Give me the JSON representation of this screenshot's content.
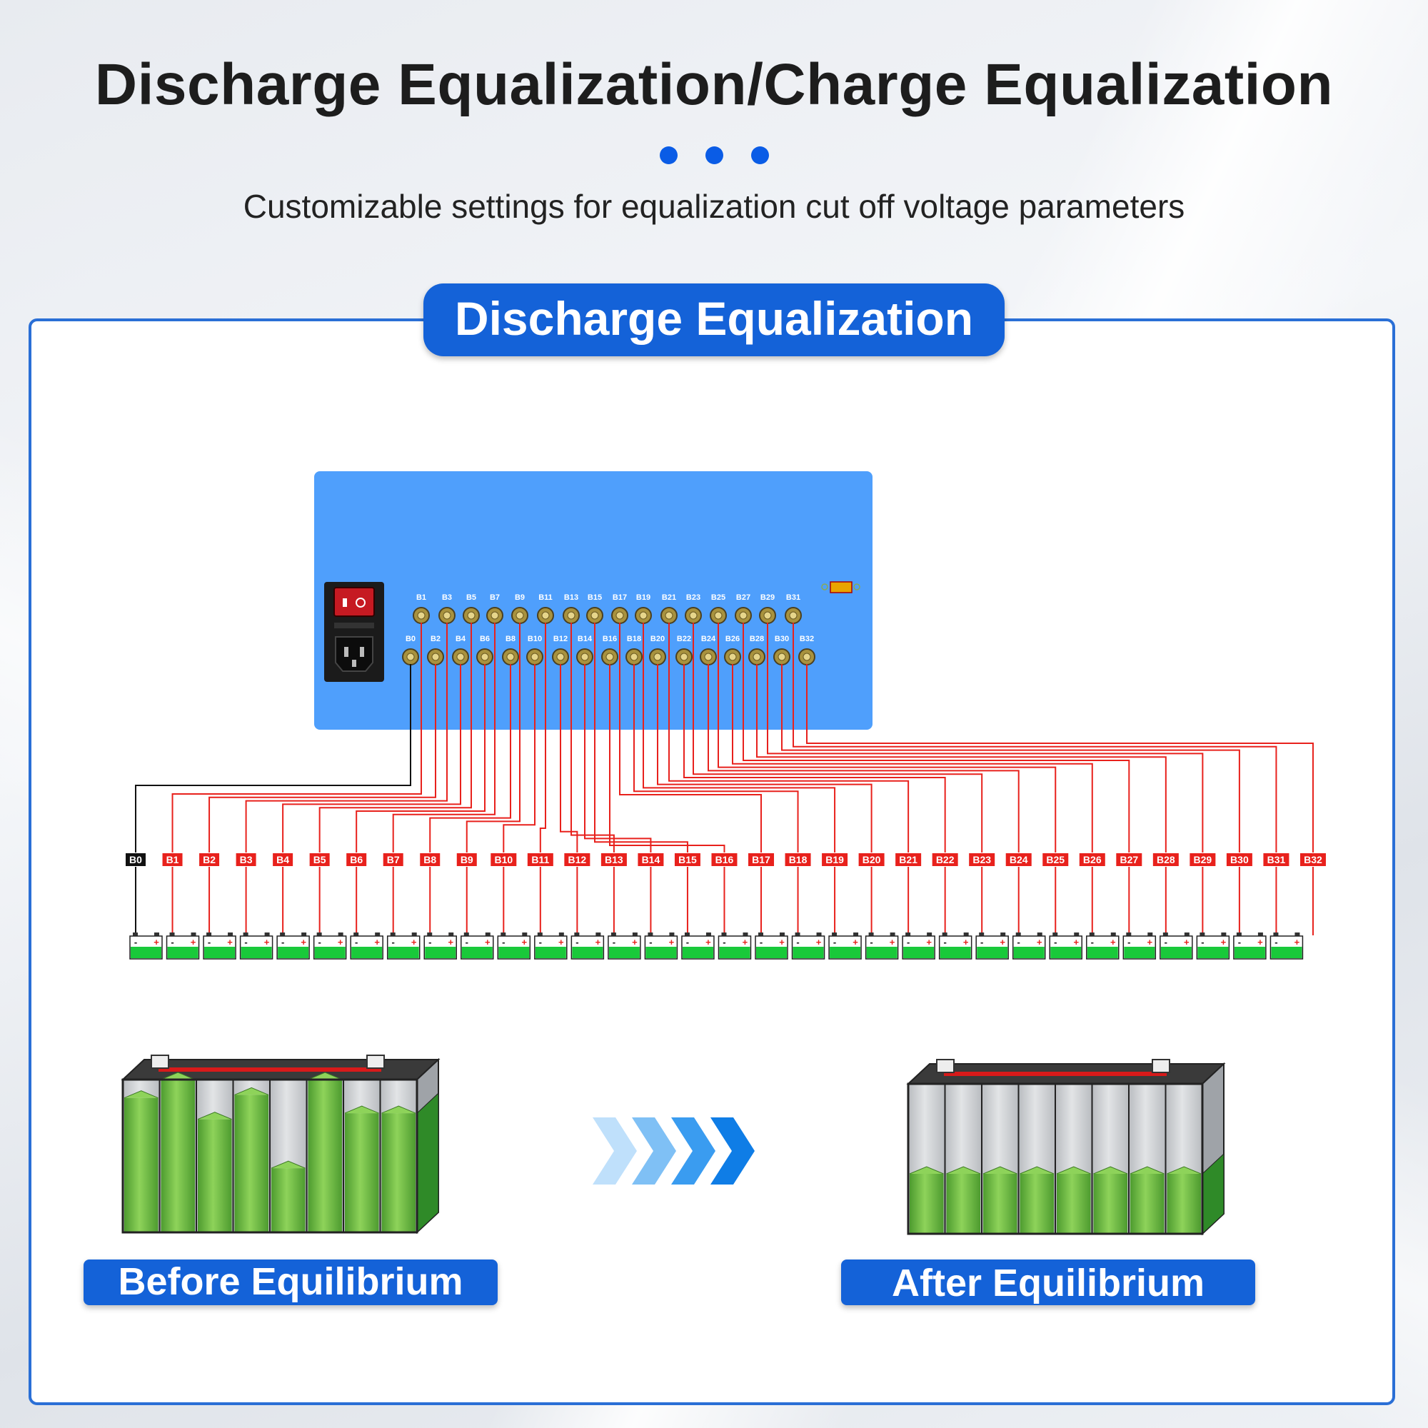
{
  "title": "Discharge Equalization/Charge Equalization",
  "subtitle": "Customizable settings for equalization cut off voltage parameters",
  "section_title": "Discharge Equalization",
  "before_label": "Before Equilibrium",
  "after_label": "After Equilibrium",
  "device": {
    "top_row_terminals": [
      "B1",
      "B3",
      "B5",
      "B7",
      "B9",
      "B11",
      "B13",
      "B15",
      "B17",
      "B19",
      "B21",
      "B23",
      "B25",
      "B27",
      "B29",
      "B31"
    ],
    "bottom_row_terminals": [
      "B0",
      "B2",
      "B4",
      "B6",
      "B8",
      "B10",
      "B12",
      "B14",
      "B16",
      "B18",
      "B20",
      "B22",
      "B24",
      "B26",
      "B28",
      "B30",
      "B32"
    ]
  },
  "wire_labels": [
    "B0",
    "B1",
    "B2",
    "B3",
    "B4",
    "B5",
    "B6",
    "B7",
    "B8",
    "B9",
    "B10",
    "B11",
    "B12",
    "B13",
    "B14",
    "B15",
    "B16",
    "B17",
    "B18",
    "B19",
    "B20",
    "B21",
    "B22",
    "B23",
    "B24",
    "B25",
    "B26",
    "B27",
    "B28",
    "B29",
    "B30",
    "B31",
    "B32"
  ],
  "cell_count": 32,
  "cell_minus": "-",
  "cell_plus": "+",
  "before_levels": [
    0.88,
    1.0,
    0.74,
    0.9,
    0.42,
    1.0,
    0.78,
    0.78
  ],
  "after_levels": [
    0.4,
    0.4,
    0.4,
    0.4,
    0.4,
    0.4,
    0.4,
    0.4
  ],
  "colors": {
    "accent": "#1462d8",
    "device": "#4f9ffc",
    "wire_red": "#e8211c",
    "wire_black": "#111111",
    "cell_green": "#19c93a",
    "battery_green": "#4ea83a"
  }
}
